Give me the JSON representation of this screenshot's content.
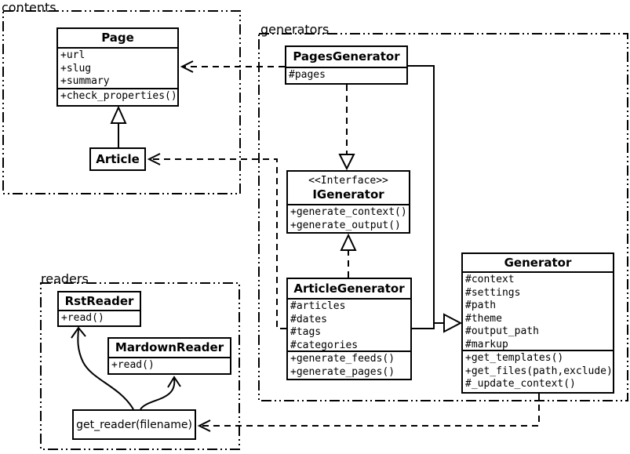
{
  "diagram": {
    "background": "#ffffff",
    "line_color": "#000000",
    "packages": {
      "contents": {
        "label": "contents"
      },
      "generators": {
        "label": "generators"
      },
      "readers": {
        "label": "readers"
      }
    },
    "classes": {
      "page": {
        "title": "Page",
        "attributes": [
          "+url",
          "+slug",
          "+summary"
        ],
        "methods": [
          "+check_properties()"
        ]
      },
      "article": {
        "title": "Article"
      },
      "pages_generator": {
        "title": "PagesGenerator",
        "attributes": [
          "#pages"
        ]
      },
      "igenerator": {
        "stereotype": "<<Interface>>",
        "title": "IGenerator",
        "methods": [
          "+generate_context()",
          "+generate_output()"
        ]
      },
      "article_generator": {
        "title": "ArticleGenerator",
        "attributes": [
          "#articles",
          "#dates",
          "#tags",
          "#categories"
        ],
        "methods": [
          "+generate_feeds()",
          "+generate_pages()"
        ]
      },
      "generator": {
        "title": "Generator",
        "attributes": [
          "#context",
          "#settings",
          "#path",
          "#theme",
          "#output_path",
          "#markup"
        ],
        "methods": [
          "+get_templates()",
          "+get_files(path,exclude)",
          "#_update_context()"
        ]
      },
      "rst_reader": {
        "title": "RstReader",
        "methods": [
          "+read()"
        ]
      },
      "mardown_reader": {
        "title": "MardownReader",
        "methods": [
          "+read()"
        ]
      },
      "get_reader": {
        "title": "get_reader(filename)"
      }
    },
    "relationships": [
      {
        "type": "inheritance",
        "from": "Article",
        "to": "Page",
        "line": "solid"
      },
      {
        "type": "realization",
        "from": "PagesGenerator",
        "to": "IGenerator",
        "line": "dashed"
      },
      {
        "type": "realization",
        "from": "ArticleGenerator",
        "to": "IGenerator",
        "line": "dashed"
      },
      {
        "type": "inheritance",
        "from": "PagesGenerator",
        "to": "Generator",
        "line": "solid"
      },
      {
        "type": "inheritance",
        "from": "ArticleGenerator",
        "to": "Generator",
        "line": "solid"
      },
      {
        "type": "dependency",
        "from": "PagesGenerator",
        "to": "Page",
        "line": "dashed"
      },
      {
        "type": "dependency",
        "from": "ArticleGenerator",
        "to": "Article",
        "line": "dashed"
      },
      {
        "type": "dependency",
        "from": "Generator",
        "to": "get_reader(filename)",
        "line": "dashed"
      },
      {
        "type": "call",
        "from": "get_reader(filename)",
        "to": "RstReader",
        "line": "curved-solid"
      },
      {
        "type": "call",
        "from": "get_reader(filename)",
        "to": "MardownReader",
        "line": "curved-solid"
      }
    ]
  }
}
